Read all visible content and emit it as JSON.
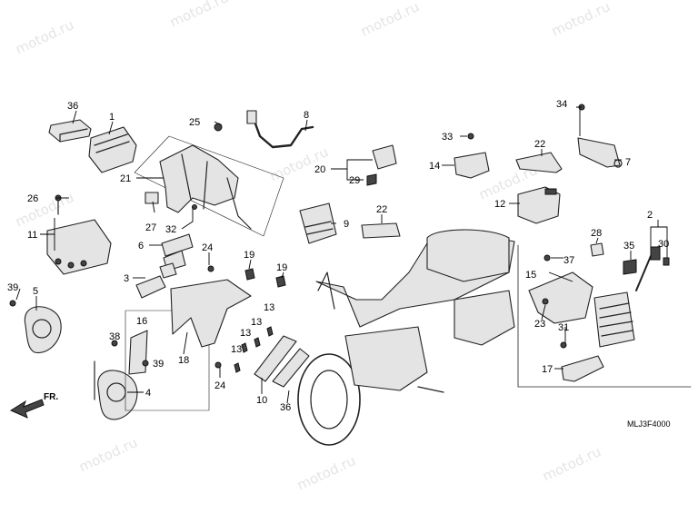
{
  "watermark": "motod.ru",
  "diagram_code": "MLJ3F4000",
  "front_label": "FR.",
  "callouts": {
    "c1": "1",
    "c2": "2",
    "c3": "3",
    "c4": "4",
    "c5": "5",
    "c6": "6",
    "c7": "7",
    "c8": "8",
    "c9": "9",
    "c10": "10",
    "c11": "11",
    "c12": "12",
    "c13a": "13",
    "c13b": "13",
    "c13c": "13",
    "c13d": "13",
    "c14": "14",
    "c15": "15",
    "c16": "16",
    "c17": "17",
    "c18": "18",
    "c19a": "19",
    "c19b": "19",
    "c20": "20",
    "c21": "21",
    "c22a": "22",
    "c22b": "22",
    "c23": "23",
    "c24a": "24",
    "c24b": "24",
    "c25": "25",
    "c26": "26",
    "c27": "27",
    "c28": "28",
    "c29": "29",
    "c30": "30",
    "c31": "31",
    "c32": "32",
    "c33": "33",
    "c34": "34",
    "c35": "35",
    "c36a": "36",
    "c36b": "36",
    "c37": "37",
    "c38": "38",
    "c39a": "39",
    "c39b": "39"
  }
}
